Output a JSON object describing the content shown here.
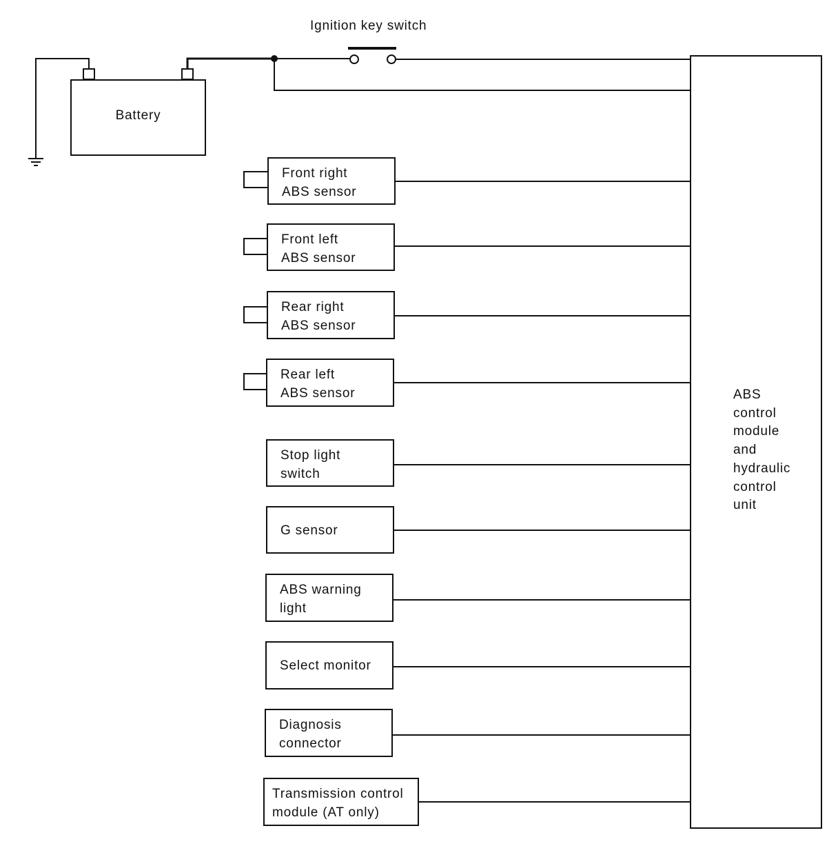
{
  "ignition_label": "Ignition key switch",
  "battery_label": "Battery",
  "module_label": "ABS\ncontrol\nmodule\nand\nhydraulic\ncontrol\nunit",
  "components": [
    {
      "id": "front-right-abs-sensor",
      "label": "Front right\nABS sensor"
    },
    {
      "id": "front-left-abs-sensor",
      "label": "Front left\nABS sensor"
    },
    {
      "id": "rear-right-abs-sensor",
      "label": "Rear right\nABS sensor"
    },
    {
      "id": "rear-left-abs-sensor",
      "label": "Rear left\nABS sensor"
    },
    {
      "id": "stop-light-switch",
      "label": "Stop light\nswitch"
    },
    {
      "id": "g-sensor",
      "label": "G sensor"
    },
    {
      "id": "abs-warning-light",
      "label": "ABS warning\nlight"
    },
    {
      "id": "select-monitor",
      "label": "Select monitor"
    },
    {
      "id": "diagnosis-connector",
      "label": "Diagnosis\nconnector"
    },
    {
      "id": "transmission-control-module",
      "label": "Transmission control\nmodule (AT only)"
    }
  ]
}
